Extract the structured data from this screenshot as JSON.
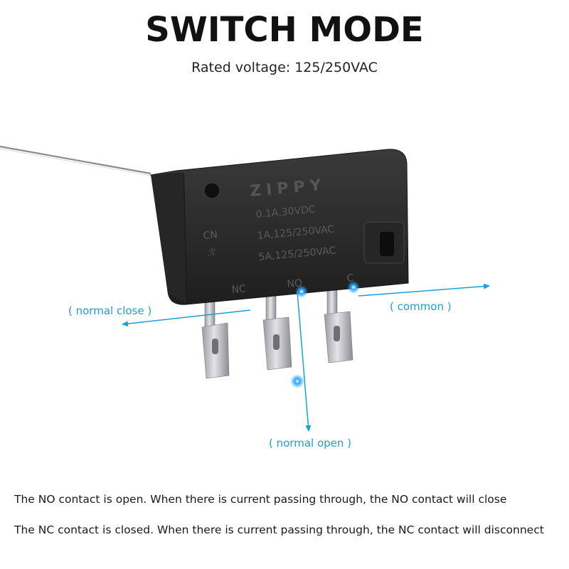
{
  "heading": {
    "title": "SWITCH MODE",
    "subtitle": "Rated voltage: 125/250VAC"
  },
  "switch_body": {
    "brand": "ZIPPY",
    "cert_mark": "CN",
    "ratings": [
      "0.1A,30VDC",
      "1A,125/250VAC",
      "5A,125/250VAC"
    ],
    "terminals": [
      "NC",
      "NO",
      "C"
    ]
  },
  "callouts": {
    "nc": "( normal close )",
    "c": "( common )",
    "no": "( normal open )"
  },
  "notes": [
    "The NO contact is open. When there is current passing through, the NO contact will close",
    "The NC contact is closed. When there is current passing through, the NC contact will disconnect"
  ],
  "colors": {
    "accent": "#1aa0d8",
    "body": "#2b2b2b",
    "terminal": "#b8b8bc"
  }
}
